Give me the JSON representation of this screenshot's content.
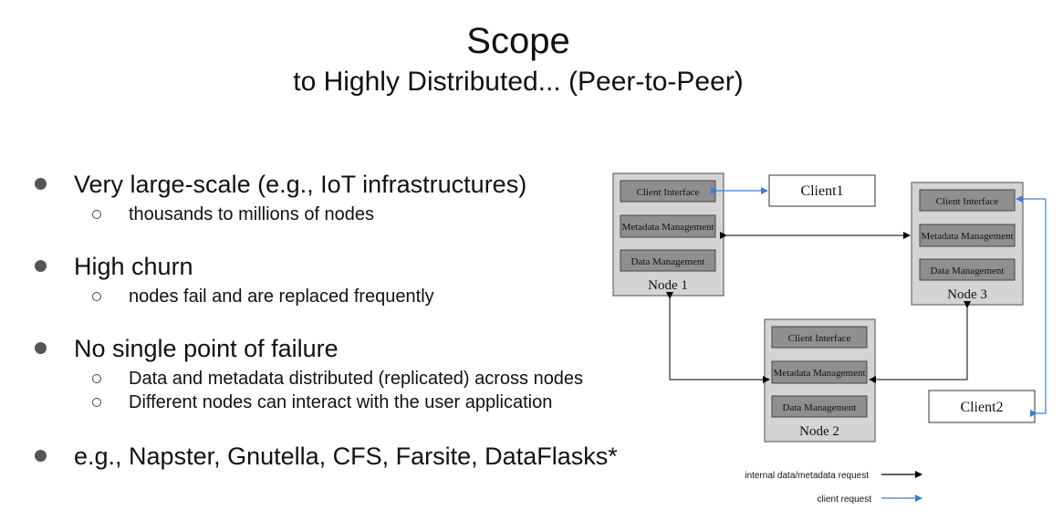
{
  "slide": {
    "title": "Scope",
    "subtitle": "to Highly Distributed... (Peer-to-Peer)"
  },
  "bullets": [
    {
      "text": "Very large-scale (e.g., IoT infrastructures)",
      "sub": [
        "thousands to millions of nodes"
      ]
    },
    {
      "text": "High churn",
      "sub": [
        "nodes fail and are replaced frequently"
      ]
    },
    {
      "text": "No single point of failure",
      "sub": [
        "Data and metadata distributed (replicated) across nodes",
        "Different nodes can interact with the user application"
      ]
    },
    {
      "text": "e.g., Napster, Gnutella, CFS, Farsite, DataFlasks*",
      "sub": []
    }
  ],
  "diagram": {
    "nodes": [
      {
        "label": "Node 1",
        "layers": [
          "Client Interface",
          "Metadata Management",
          "Data Management"
        ]
      },
      {
        "label": "Node 3",
        "layers": [
          "Client Interface",
          "Metadata Management",
          "Data Management"
        ]
      },
      {
        "label": "Node 2",
        "layers": [
          "Client Interface",
          "Metadata Management",
          "Data Management"
        ]
      }
    ],
    "clients": [
      "Client1",
      "Client2"
    ],
    "legend": {
      "internal": "internal data/metadata request",
      "client": "client request"
    },
    "colors": {
      "internal_arrow": "#000000",
      "client_arrow": "#3b7fd4",
      "node_fill": "#d4d4d4",
      "layer_fill": "#8f8f8f"
    }
  }
}
